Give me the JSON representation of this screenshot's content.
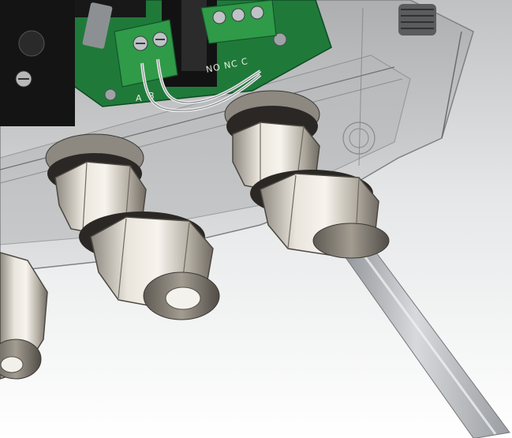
{
  "image": {
    "subject": "cad-render-enclosure-cable-glands",
    "board_labels": {
      "relay_terminals": "NO NC C",
      "pin_a": "A",
      "pin_b": "B"
    },
    "colors": {
      "background_top": "#c9cacc",
      "background_bottom": "#ffffff",
      "pcb": "#1f7a3a",
      "terminal": "#2f9a48",
      "gland_metal": "#cfcac0",
      "cable": "#b9bcc0",
      "enclosure_plastic": "#c8cacb"
    }
  }
}
